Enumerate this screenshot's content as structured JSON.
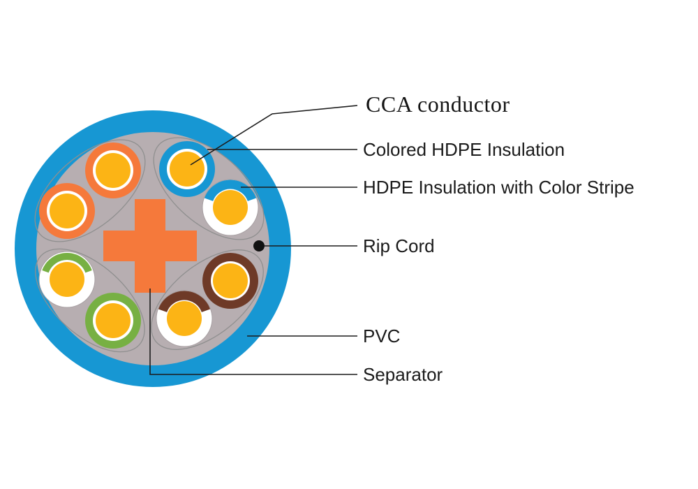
{
  "diagram": {
    "labels": {
      "cca_conductor": "CCA conductor",
      "colored_hdpe_insulation": "Colored HDPE Insulation",
      "hdpe_insulation_color_stripe": "HDPE Insulation with Color Stripe",
      "rip_cord": "Rip Cord",
      "pvc": "PVC",
      "separator": "Separator"
    },
    "colors": {
      "jacket_blue": "#1797d3",
      "filler_gray": "#b7aeb1",
      "separator_orange": "#f5793b",
      "conductor_yellow": "#fcb415",
      "insulation_orange": "#f5793b",
      "insulation_blue": "#1797d3",
      "insulation_brown": "#6e3a27",
      "insulation_green": "#77b043",
      "insulation_white": "#ffffff",
      "leader_line": "#1c1c1c",
      "pair_outline": "#8f8f8f",
      "rip_cord_black": "#111111"
    }
  }
}
